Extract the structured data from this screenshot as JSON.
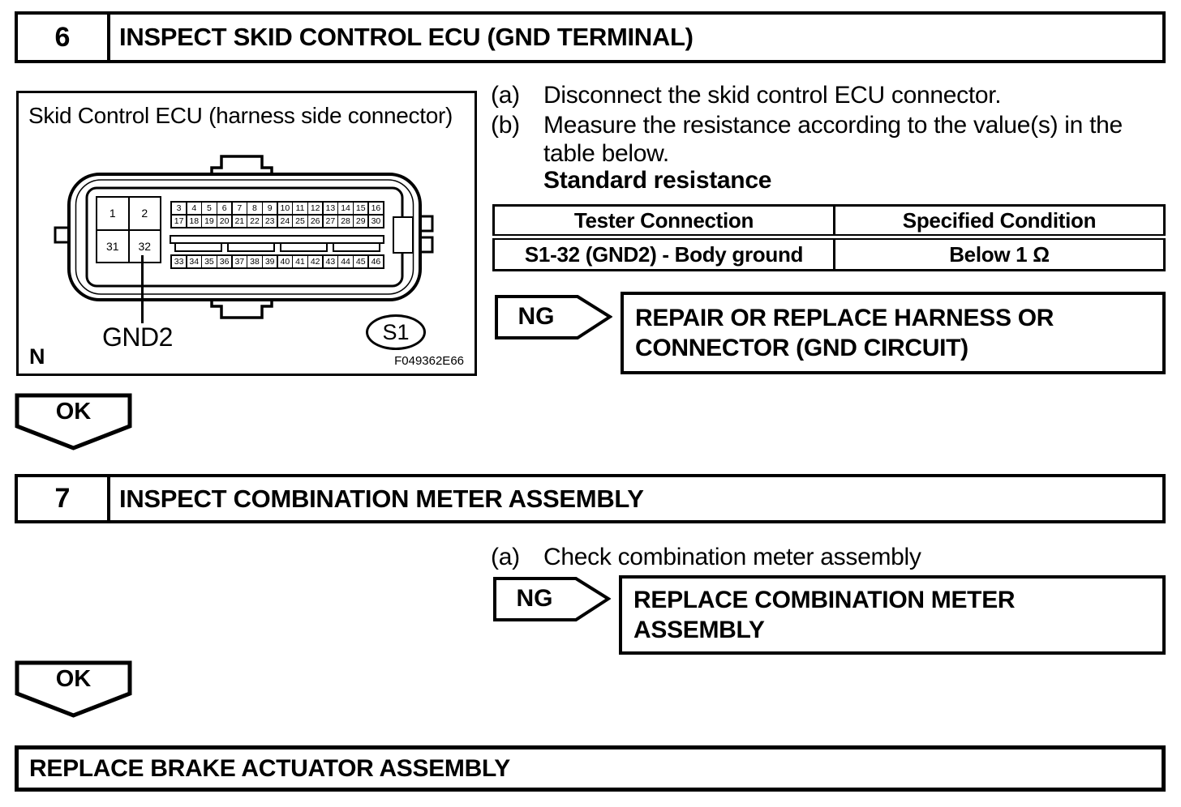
{
  "steps": [
    {
      "number": "6",
      "title": "INSPECT SKID CONTROL ECU (GND TERMINAL)"
    },
    {
      "number": "7",
      "title": "INSPECT COMBINATION METER ASSEMBLY"
    }
  ],
  "figure": {
    "title": "Skid Control ECU (harness side connector)",
    "corner_label": "N",
    "figure_code": "F049362E66",
    "connector_id": "S1",
    "pin_callout": "GND2",
    "corner_pins": [
      "1",
      "2",
      "31",
      "32"
    ],
    "pin_rows": {
      "row1": [
        "3",
        "4",
        "5",
        "6",
        "7",
        "8",
        "9",
        "10",
        "11",
        "12",
        "13",
        "14",
        "15",
        "16"
      ],
      "row2": [
        "17",
        "18",
        "19",
        "20",
        "21",
        "22",
        "23",
        "24",
        "25",
        "26",
        "27",
        "28",
        "29",
        "30"
      ],
      "row3": [
        "33",
        "34",
        "35",
        "36",
        "37",
        "38",
        "39",
        "40",
        "41",
        "42",
        "43",
        "44",
        "45",
        "46"
      ]
    }
  },
  "step6": {
    "items": [
      {
        "marker": "(a)",
        "text": "Disconnect the skid control ECU connector."
      },
      {
        "marker": "(b)",
        "text": "Measure the resistance according to the value(s) in the table below."
      }
    ],
    "subheading": "Standard resistance",
    "table": {
      "headers": [
        "Tester Connection",
        "Specified Condition"
      ],
      "rows": [
        [
          "S1-32 (GND2) - Body ground",
          "Below 1 Ω"
        ]
      ]
    },
    "ng_label": "NG",
    "ng_action": "REPAIR OR REPLACE HARNESS OR CONNECTOR (GND CIRCUIT)",
    "ok_label": "OK"
  },
  "step7": {
    "items": [
      {
        "marker": "(a)",
        "text": "Check combination meter assembly"
      }
    ],
    "ng_label": "NG",
    "ng_action": "REPLACE COMBINATION METER ASSEMBLY",
    "ok_label": "OK"
  },
  "footer": {
    "action": "REPLACE BRAKE ACTUATOR ASSEMBLY"
  }
}
